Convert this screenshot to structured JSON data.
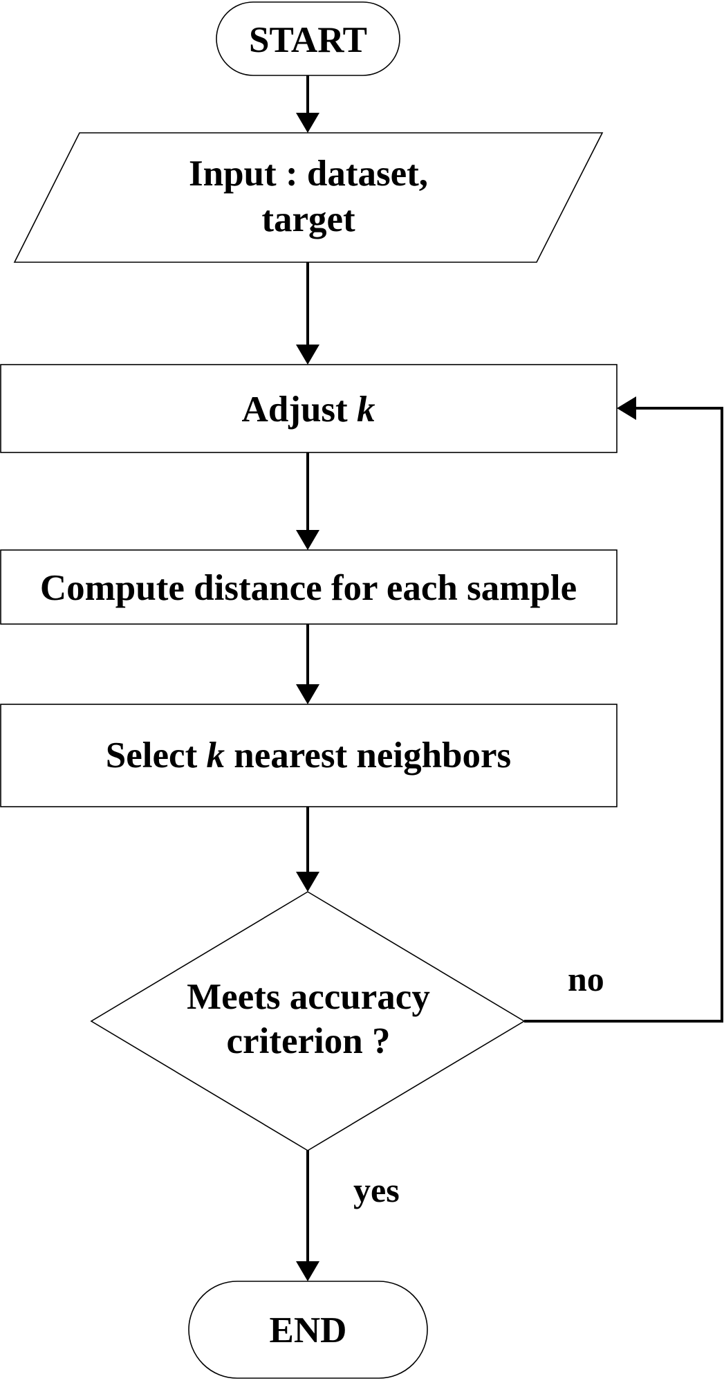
{
  "nodes": {
    "start": {
      "text": "START"
    },
    "input": {
      "line1": "Input : dataset,",
      "line2": "target"
    },
    "adjust": {
      "prefix": "Adjust ",
      "var": "k"
    },
    "compute": {
      "text": "Compute distance for each sample"
    },
    "select": {
      "prefix": "Select ",
      "var": "k",
      "suffix": " nearest neighbors"
    },
    "decision": {
      "line1": "Meets accuracy",
      "line2": "criterion ?"
    },
    "end": {
      "text": "END"
    }
  },
  "edges": {
    "no_label": "no",
    "yes_label": "yes"
  },
  "colors": {
    "stroke": "#000000",
    "fill": "#ffffff",
    "text": "#000000"
  }
}
